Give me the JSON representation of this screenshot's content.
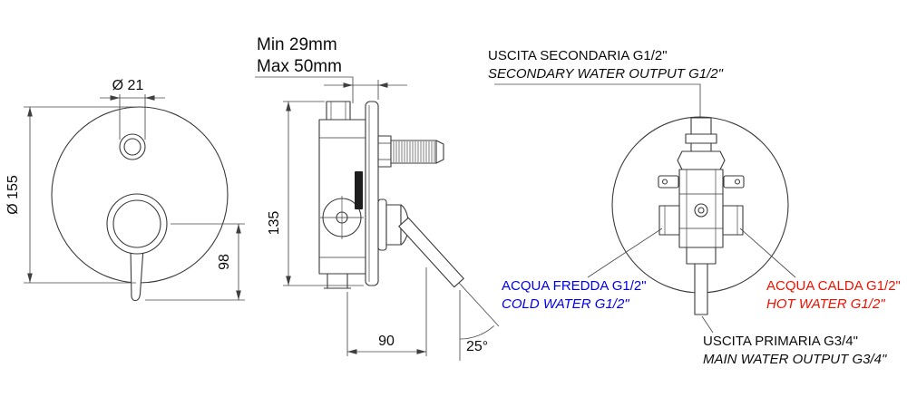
{
  "front_view": {
    "button_diameter": "Ø 21",
    "plate_diameter": "Ø 155",
    "lever_length": "98"
  },
  "side_view": {
    "depth_min": "Min 29mm",
    "depth_max": "Max 50mm",
    "body_height": "135",
    "body_depth": "90",
    "lever_angle": "25°"
  },
  "installation_view": {
    "secondary_output_it": "USCITA SECONDARIA G1/2\"",
    "secondary_output_en": "SECONDARY WATER OUTPUT G1/2\"",
    "cold_water_it": "ACQUA FREDDA G1/2\"",
    "cold_water_en": "COLD WATER G1/2\"",
    "hot_water_it": "ACQUA CALDA G1/2\"",
    "hot_water_en": "HOT WATER G1/2\"",
    "primary_output_it": "USCITA PRIMARIA G3/4\"",
    "primary_output_en": "MAIN WATER OUTPUT G3/4\""
  },
  "colors": {
    "cold_water": "#0000ee",
    "hot_water": "#ee1100",
    "line": "#3a3a3a"
  }
}
